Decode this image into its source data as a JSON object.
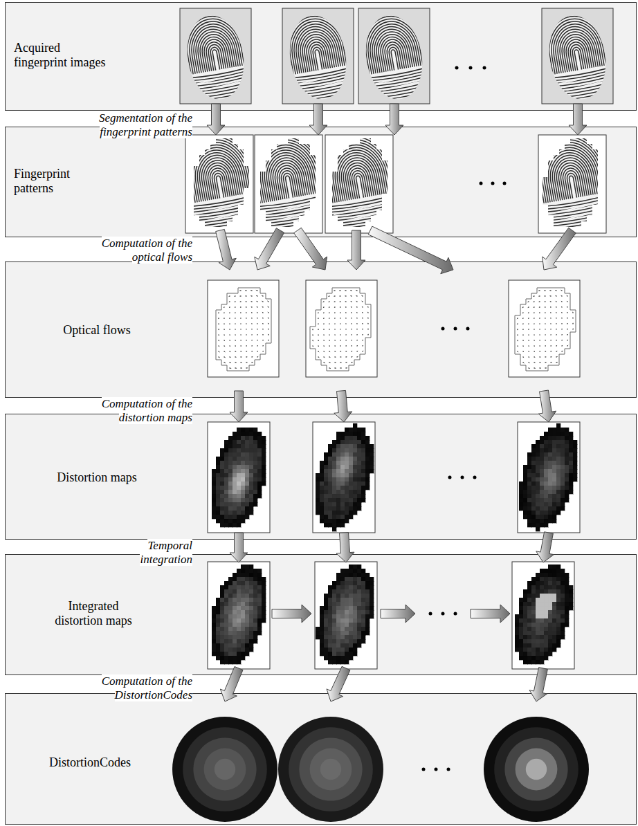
{
  "diagram": {
    "nodes": [
      {
        "text": [
          "Acquired fingerprint images"
        ]
      },
      {
        "text": [
          "Fingerprint patterns"
        ]
      },
      {
        "text": [
          "Optical flows"
        ]
      },
      {
        "text": [
          "Distortion maps"
        ]
      },
      {
        "text": [
          "Integrated distortion maps"
        ]
      },
      {
        "text": [
          "DistortionCodes"
        ]
      }
    ],
    "edges": [
      {
        "from": 0,
        "to": 1,
        "arrow": "to"
      },
      {
        "from": 0,
        "to": 1,
        "arrow": "to"
      },
      {
        "from": 0,
        "to": 1,
        "arrow": "to"
      },
      {
        "from": 0,
        "to": 1,
        "arrow": "to"
      },
      {
        "from": 1,
        "to": 2,
        "arrow": "to"
      },
      {
        "from": 1,
        "to": 2,
        "arrow": "to"
      },
      {
        "from": 1,
        "to": 2,
        "arrow": "to"
      },
      {
        "from": 1,
        "to": 2,
        "arrow": "to"
      },
      {
        "from": 1,
        "to": 2,
        "arrow": "to"
      },
      {
        "from": 1,
        "to": 2,
        "arrow": "to"
      },
      {
        "from": 2,
        "to": 3,
        "arrow": "to"
      },
      {
        "from": 2,
        "to": 3,
        "arrow": "to"
      },
      {
        "from": 2,
        "to": 3,
        "arrow": "to"
      },
      {
        "from": 3,
        "to": 4,
        "arrow": "to"
      },
      {
        "from": 3,
        "to": 4,
        "arrow": "to"
      },
      {
        "from": 3,
        "to": 4,
        "arrow": "to"
      },
      {
        "from": 4,
        "to": 5,
        "arrow": "to"
      },
      {
        "from": 4,
        "to": 5,
        "arrow": "to"
      },
      {
        "from": 4,
        "to": 5,
        "arrow": "to"
      }
    ],
    "labels": [
      "Segmentation of the fingerprint patterns",
      "Computation of the optical flows",
      "Computation of the distortion maps",
      "Temporal integration",
      "Computation of the DistortionCodes"
    ]
  }
}
